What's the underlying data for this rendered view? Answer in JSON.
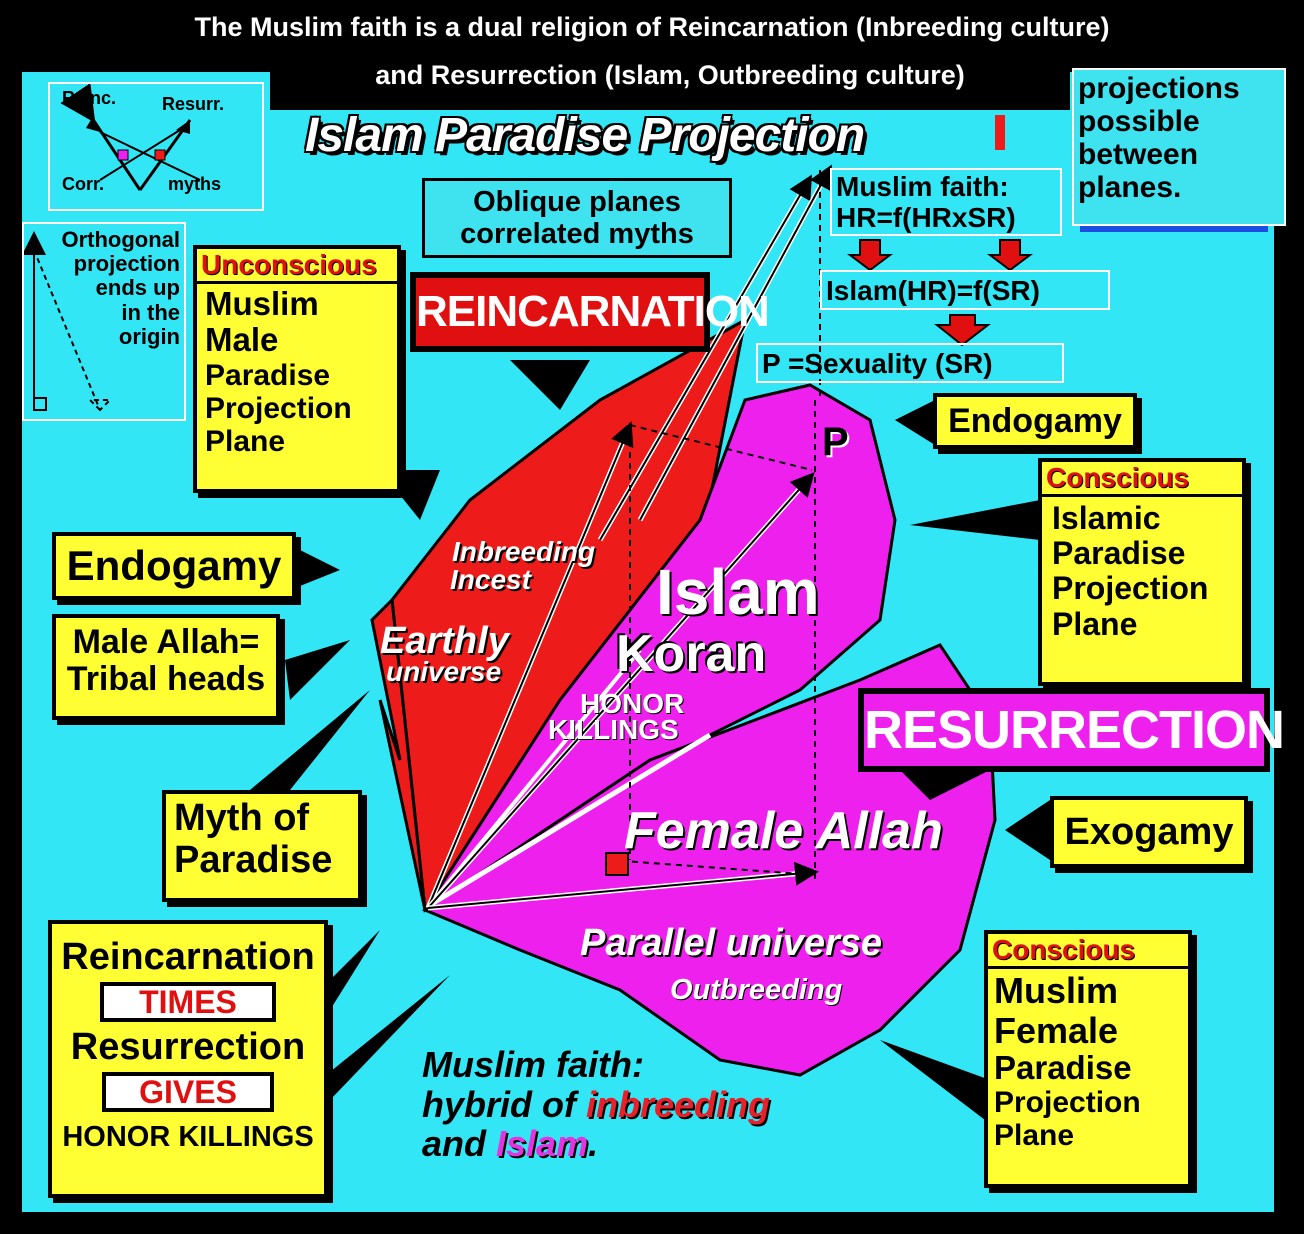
{
  "title": {
    "line1": "The Muslim faith is a dual religion of Reincarnation (Inbreeding culture)",
    "line2": "and Resurrection (Islam, Outbreeding culture)"
  },
  "main_heading": "Islam Paradise Projection",
  "top_right_note": [
    "projections",
    "possible",
    "between",
    "planes."
  ],
  "inset_diagram": {
    "reinc": "Reinc.",
    "resurr": "Resurr.",
    "corr": "Corr.",
    "myths": "myths"
  },
  "orthogonal_note": [
    "Orthogonal",
    "projection",
    "ends up",
    "in the",
    "origin"
  ],
  "unconscious_box": {
    "header": "Unconscious",
    "lines": [
      "Muslim",
      "Male",
      "Paradise",
      "Projection",
      "Plane"
    ]
  },
  "oblique_box": [
    "Oblique planes",
    "correlated myths"
  ],
  "reincarnation_label": "REINCARNATION",
  "formulas": {
    "f1_line1": "Muslim faith:",
    "f1_line2": "HR=f(HRxSR)",
    "f2": "Islam(HR)=f(SR)",
    "f3": "P =Sexuality (SR)"
  },
  "point_label": "P",
  "endogamy_right": "Endogamy",
  "conscious_islamic": {
    "header": "Conscious",
    "lines": [
      "Islamic",
      "Paradise",
      "Projection",
      "Plane"
    ]
  },
  "endogamy_left": "Endogamy",
  "male_allah": [
    "Male Allah=",
    "Tribal heads"
  ],
  "plane_text": {
    "inbreeding": "Inbreeding",
    "incest": "Incest",
    "earthly": "Earthly",
    "universe": "universe",
    "islam": "Islam",
    "koran": "Koran",
    "honor": "HONOR",
    "killings": "KILLINGS",
    "female_allah": "Female Allah",
    "parallel_universe": "Parallel universe",
    "outbreeding": "Outbreeding"
  },
  "resurrection_label": "RESURRECTION",
  "exogamy": "Exogamy",
  "myth_paradise": [
    "Myth of",
    "Paradise"
  ],
  "equation_box": {
    "reincarnation": "Reincarnation",
    "times": "TIMES",
    "resurrection": "Resurrection",
    "gives": "GIVES",
    "honor_killings": "HONOR KILLINGS"
  },
  "hybrid_note": {
    "line1": "Muslim faith:",
    "line2_a": "hybrid of ",
    "line2_b": "inbreeding",
    "line3_a": "and ",
    "line3_b": "Islam",
    "line3_c": "."
  },
  "conscious_female": {
    "header": "Conscious",
    "lines": [
      "Muslim",
      "Female",
      "Paradise",
      "Projection",
      "Plane"
    ]
  },
  "colors": {
    "background": "#33e6f5",
    "red_plane": "#ee1b1b",
    "magenta_plane": "#ee20ee",
    "yellow_box": "#ffff33"
  }
}
